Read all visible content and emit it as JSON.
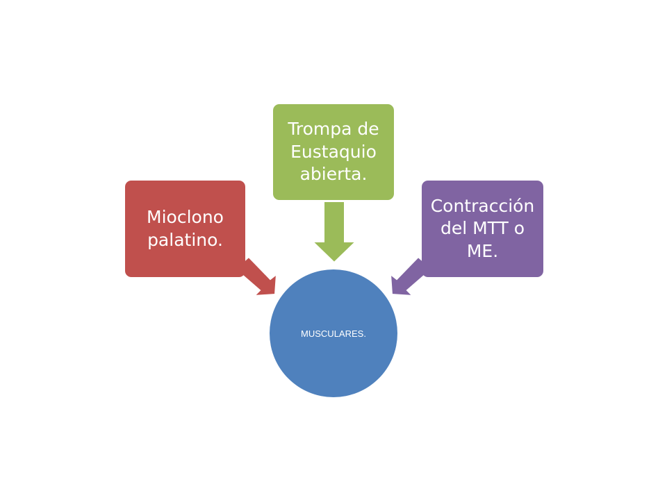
{
  "center": {
    "label": "MUSCULARES."
  },
  "nodes": [
    {
      "label": "Mioclono\npalatino.",
      "color": "#c0504d"
    },
    {
      "label": "Trompa de\nEustaquio\nabierta.",
      "color": "#9bbb59"
    },
    {
      "label": "Contracción\ndel MTT o\nME.",
      "color": "#8064a2"
    }
  ],
  "center_color": "#4f81bd"
}
